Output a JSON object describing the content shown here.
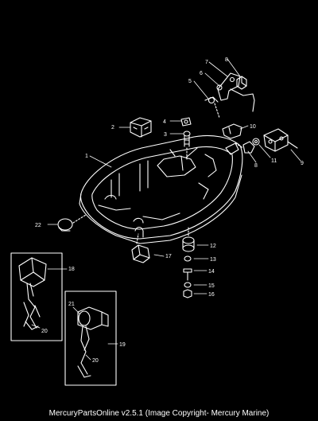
{
  "diagram": {
    "callouts": [
      "1",
      "2",
      "3",
      "4",
      "5",
      "6",
      "7",
      "8",
      "9",
      "10",
      "11",
      "8",
      "12",
      "13",
      "14",
      "15",
      "16",
      "17",
      "18",
      "19",
      "20",
      "20",
      "21",
      "22"
    ]
  },
  "caption": "MercuryPartsOnline v2.5.1 (Image Copyright- Mercury Marine)",
  "colors": {
    "background": "#000000",
    "line": "#ffffff"
  }
}
